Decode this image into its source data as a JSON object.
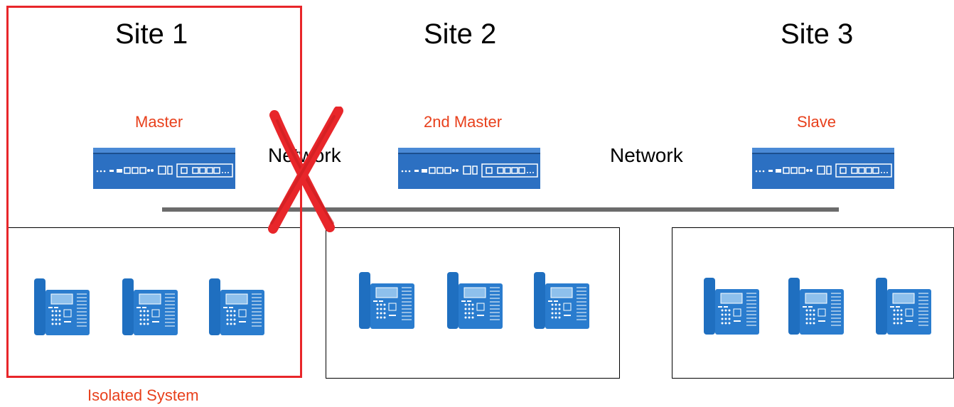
{
  "colors": {
    "role_text": "#e8401c",
    "isolated_frame": "#e8262a",
    "backbone": "#6b6b6b",
    "device_blue": "#1f6fc0",
    "cross": "#e8262a"
  },
  "sites": [
    {
      "title": "Site 1",
      "role": "Master"
    },
    {
      "title": "Site 2",
      "role": "2nd Master"
    },
    {
      "title": "Site 3",
      "role": "Slave"
    }
  ],
  "network_labels": [
    "Network",
    "Network"
  ],
  "isolated_label": "Isolated System",
  "icons": {
    "main_unit": "pbx-main-unit-icon",
    "phone": "ip-phone-icon",
    "failure": "red-x-cross-icon"
  }
}
